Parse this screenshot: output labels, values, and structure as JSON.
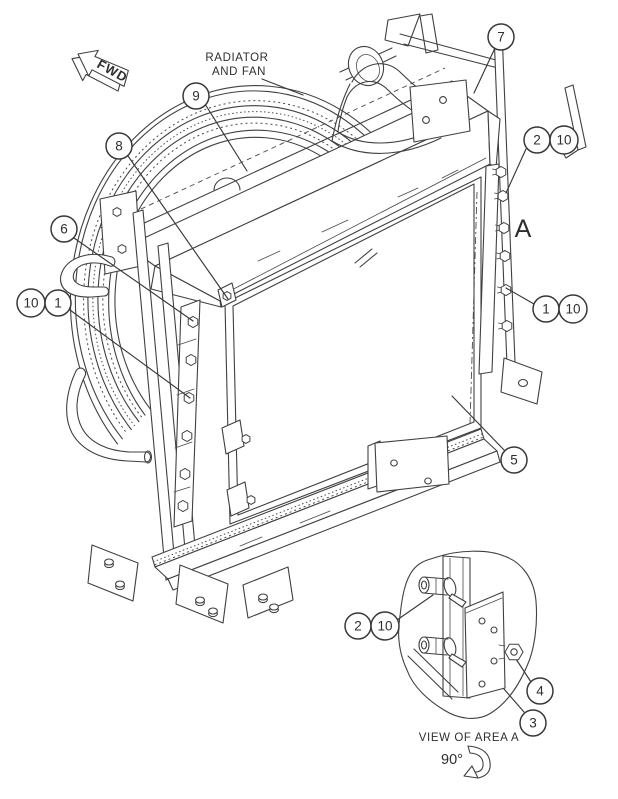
{
  "figure": {
    "type": "parts-diagram",
    "background": "#ffffff",
    "line_color": "#404040",
    "text_color": "#2e2e2e",
    "part_label": {
      "line1": "RADIATOR",
      "line2": "AND FAN"
    },
    "direction_arrow": {
      "label": "FWD"
    },
    "area_marker": {
      "letter": "A"
    },
    "detail_view": {
      "caption": "VIEW OF AREA A",
      "rotation": "90°"
    },
    "callouts": [
      {
        "label": "9"
      },
      {
        "label": "8"
      },
      {
        "label": "6"
      },
      {
        "label": "10"
      },
      {
        "label": "1"
      },
      {
        "label": "7"
      },
      {
        "label": "2"
      },
      {
        "label": "10"
      },
      {
        "label": "1"
      },
      {
        "label": "10"
      },
      {
        "label": "5"
      },
      {
        "label": "2"
      },
      {
        "label": "10"
      },
      {
        "label": "4"
      },
      {
        "label": "3"
      }
    ]
  }
}
